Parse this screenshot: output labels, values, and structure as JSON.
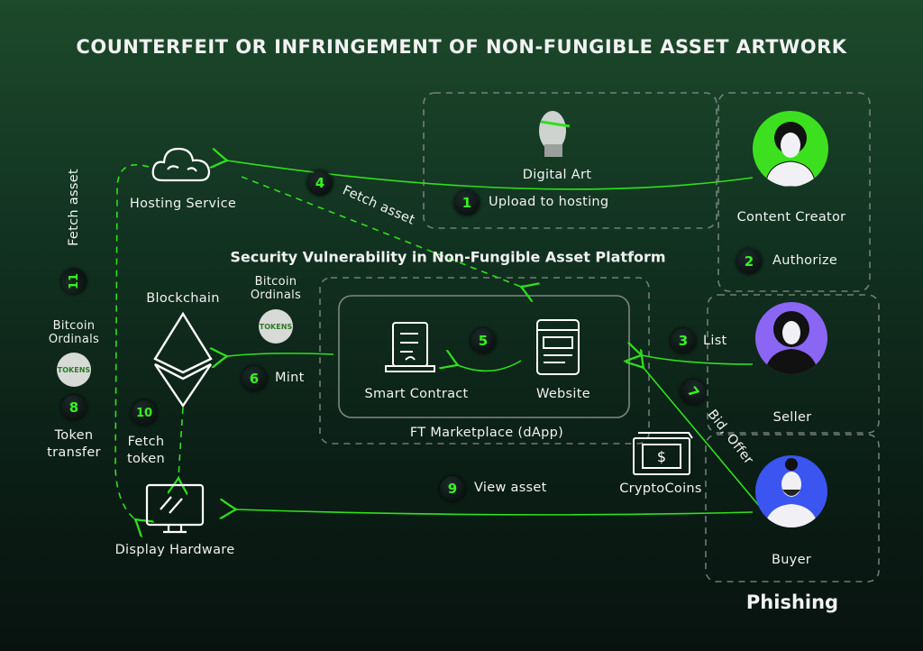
{
  "title": "COUNTERFEIT OR INFRINGEMENT OF NON-FUNGIBLE ASSET ARTWORK",
  "section_heading": "Security Vulnerability in Non-Fungible Asset Platform",
  "nodes": {
    "hosting": "Hosting Service",
    "digital_art": "Digital Art",
    "content_creator": "Content Creator",
    "blockchain": "Blockchain",
    "smart_contract": "Smart Contract",
    "website": "Website",
    "marketplace": "FT Marketplace (dApp)",
    "seller": "Seller",
    "buyer": "Buyer",
    "crypto": "CryptoCoins",
    "display": "Display Hardware",
    "phishing": "Phishing"
  },
  "ordinals": {
    "label": "Bitcoin Ordinals",
    "token": "TOKENS"
  },
  "steps": [
    {
      "n": "1",
      "label": "Upload to hosting"
    },
    {
      "n": "2",
      "label": "Authorize"
    },
    {
      "n": "3",
      "label": "List"
    },
    {
      "n": "4",
      "label": "Fetch asset"
    },
    {
      "n": "5",
      "label": ""
    },
    {
      "n": "6",
      "label": "Mint"
    },
    {
      "n": "7",
      "label": "Bid, Offer"
    },
    {
      "n": "8",
      "label": "Token transfer"
    },
    {
      "n": "9",
      "label": "View asset"
    },
    {
      "n": "10",
      "label": "Fetch token"
    },
    {
      "n": "11",
      "label": "Fetch asset"
    }
  ],
  "colors": {
    "accent": "#2fe01c",
    "creator": "#3de01f",
    "seller": "#8b66f5",
    "buyer": "#3b55f0"
  }
}
